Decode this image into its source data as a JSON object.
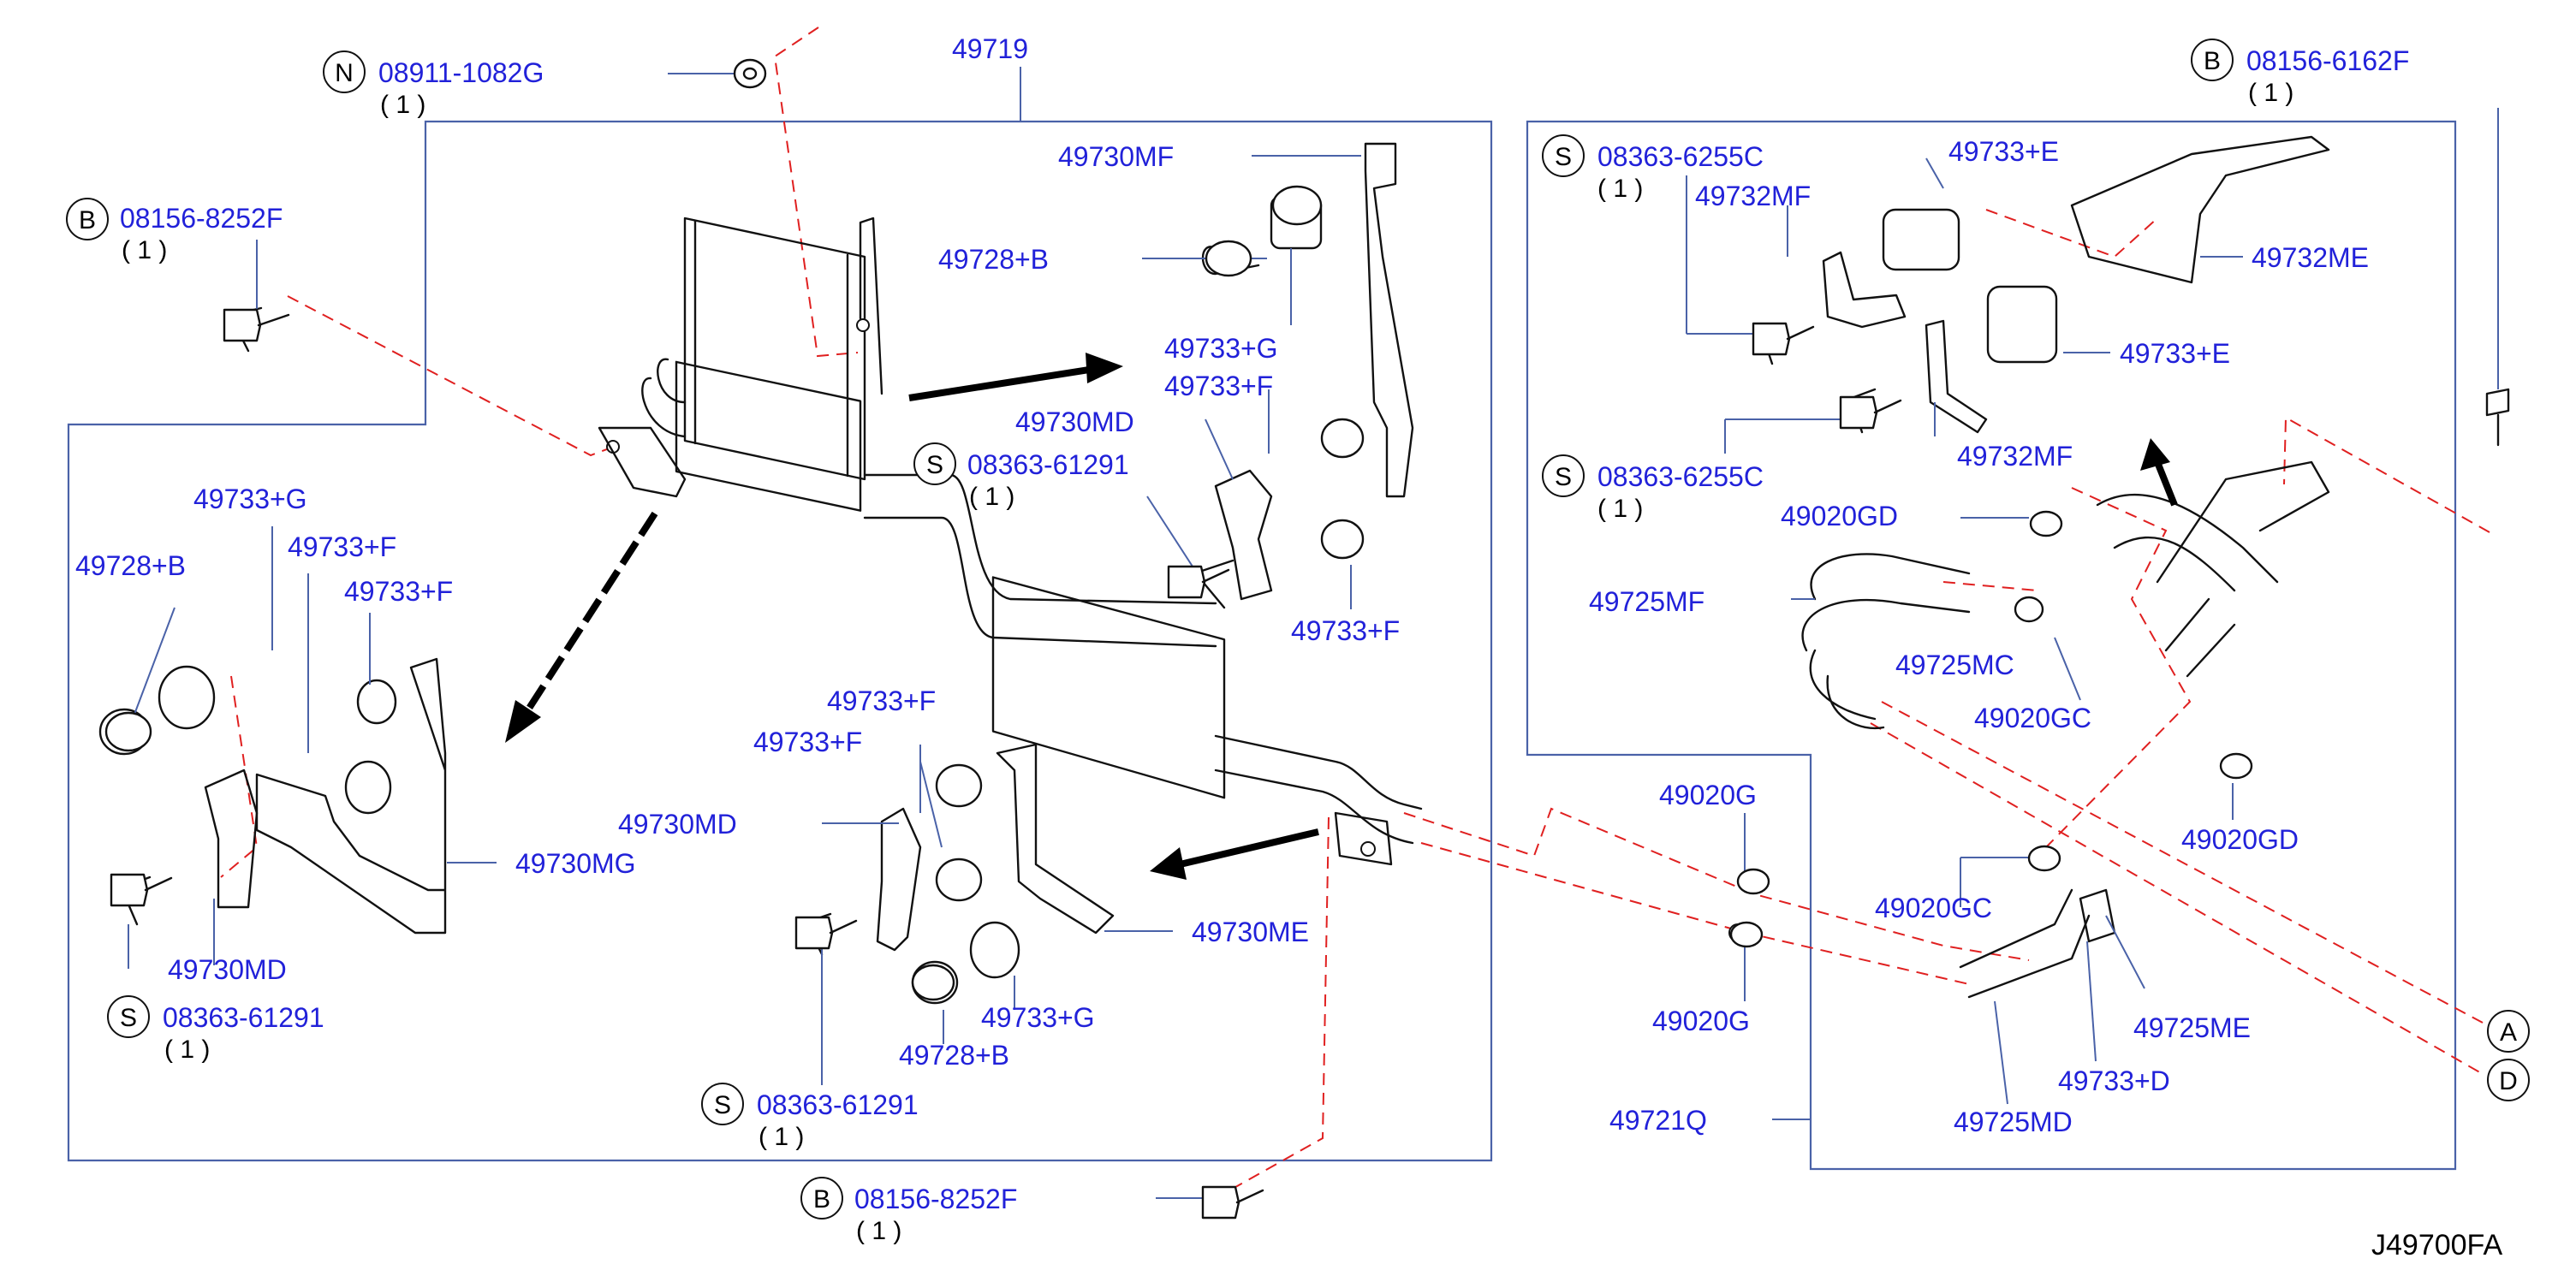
{
  "diagram_code": "J49700FA",
  "callouts": {
    "n_08911": {
      "prefix": "N",
      "part": "08911-1082G",
      "qty": "( 1 )"
    },
    "b_08156_top_left": {
      "prefix": "B",
      "part": "08156-8252F",
      "qty": "( 1 )"
    },
    "b_08156_bottom": {
      "prefix": "B",
      "part": "08156-8252F",
      "qty": "( 1 )"
    },
    "b_08156_top_right": {
      "prefix": "B",
      "part": "08156-6162F",
      "qty": "( 1 )"
    },
    "s_08363_6255c_top": {
      "prefix": "S",
      "part": "08363-6255C",
      "qty": "( 1 )"
    },
    "s_08363_6255c_mid": {
      "prefix": "S",
      "part": "08363-6255C",
      "qty": "( 1 )"
    },
    "s_08363_61291_upper": {
      "prefix": "S",
      "part": "08363-61291",
      "qty": "( 1 )"
    },
    "s_08363_61291_left": {
      "prefix": "S",
      "part": "08363-61291",
      "qty": "( 1 )"
    },
    "s_08363_61291_lower": {
      "prefix": "S",
      "part": "08363-61291",
      "qty": "( 1 )"
    }
  },
  "labels": {
    "p49719": "49719",
    "p49730mf": "49730MF",
    "p49728b_top": "49728+B",
    "p49733g_top": "49733+G",
    "p49733f_top": "49733+F",
    "p49730md_top": "49730MD",
    "p49733_cut": "49733+F",
    "p49733g_left": "49733+G",
    "p49733f_left": "49733+F",
    "p49728b_left": "49728+B",
    "p49733f_left2": "49733+F",
    "p49730mg": "49730MG",
    "p49730md_left": "49730MD",
    "p49733f_mid1": "49733+F",
    "p49733f_mid2": "49733+F",
    "p49730md_mid": "49730MD",
    "p49730me": "49730ME",
    "p49733g_mid": "49733+G",
    "p49728b_mid": "49728+B",
    "p49733e_top": "49733+E",
    "p49732mf_top": "49732MF",
    "p49732me": "49732ME",
    "p49733e_mid": "49733+E",
    "p49732mf_mid": "49732MF",
    "p49020gd_top": "49020GD",
    "p49725mf": "49725MF",
    "p49725mc": "49725MC",
    "p49020gc_top": "49020GC",
    "p49020gd_bot": "49020GD",
    "p49020g_top": "49020G",
    "p49020gc_bot": "49020GC",
    "p49020g_bot": "49020G",
    "p49725me": "49725ME",
    "p49733d": "49733+D",
    "p49721q": "49721Q",
    "p49725md": "49725MD",
    "conn_a": "A",
    "conn_d": "D"
  }
}
